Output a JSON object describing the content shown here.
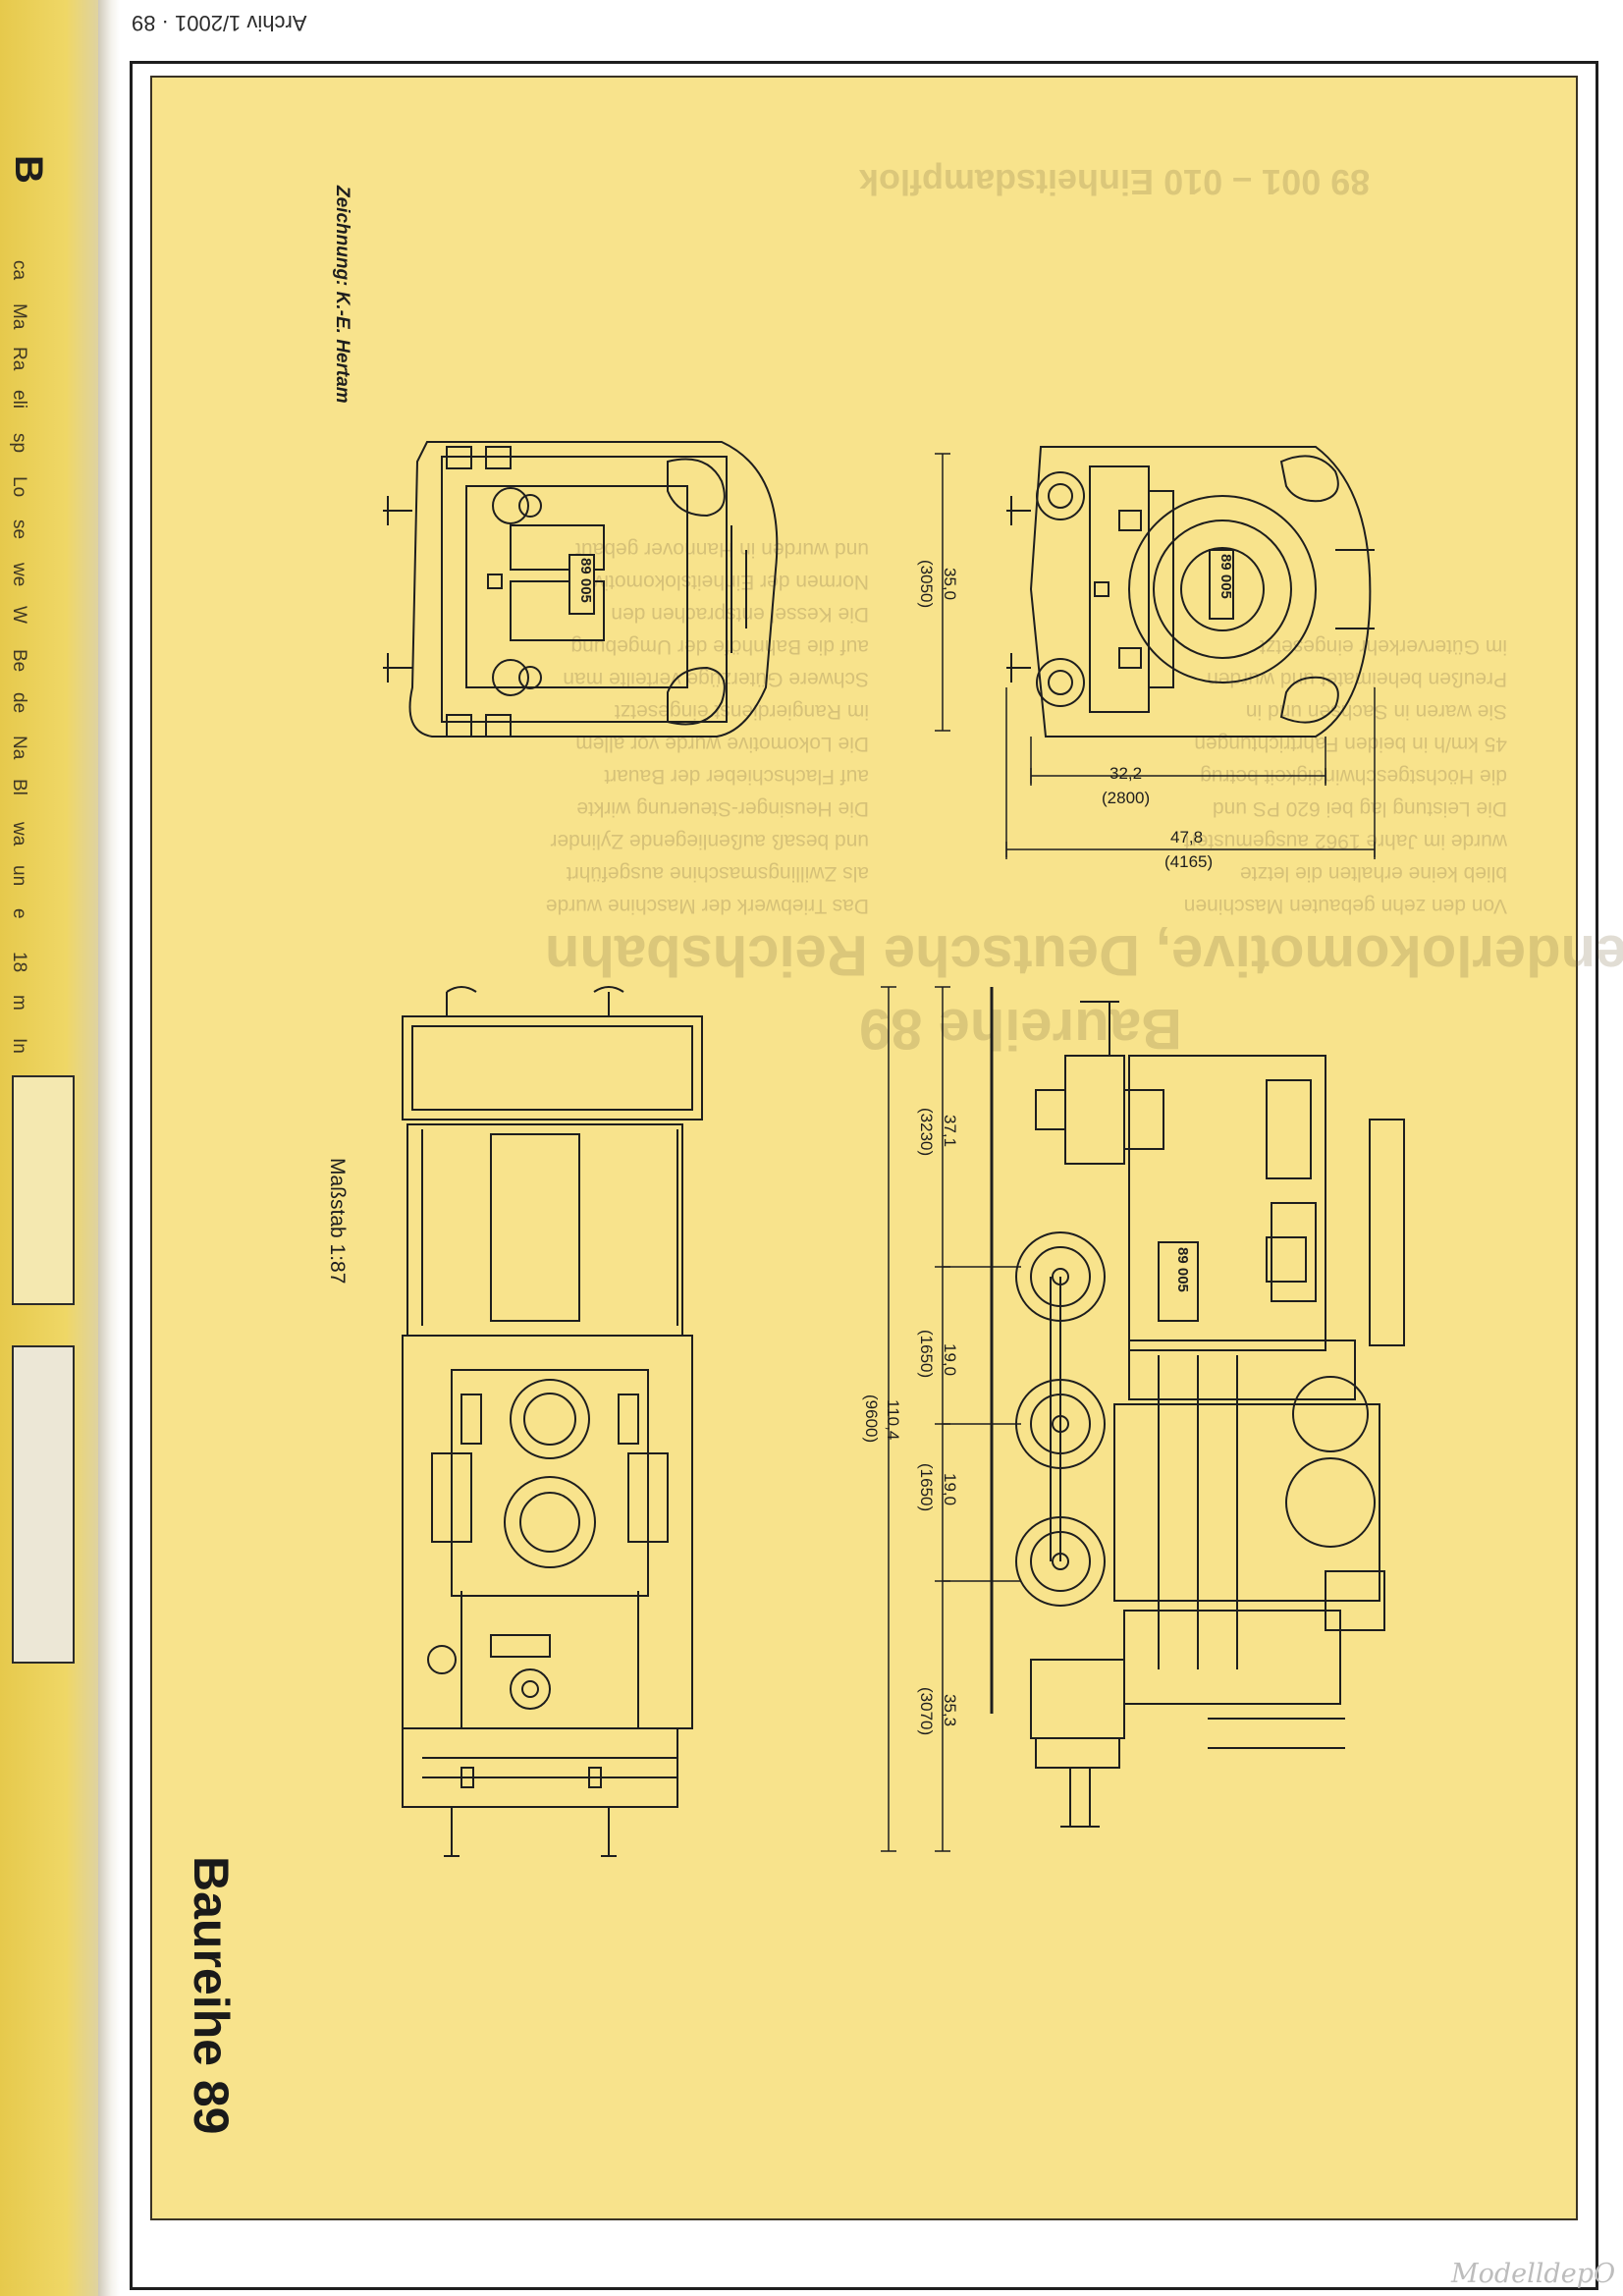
{
  "running_head": "Archiv 1/2001 · 89",
  "prev_page": {
    "letter": "B",
    "fragments": [
      "ca",
      "Ma",
      "Ra",
      "eli",
      "sp",
      "Lo",
      "se",
      "we",
      "W",
      "Be",
      "de",
      "Na",
      "Bl",
      "wa",
      "un",
      "e",
      "18",
      "m",
      "In"
    ]
  },
  "article": {
    "title": "Baureihe 89",
    "scale": "Maßstab 1:87",
    "credit": "Zeichnung: K.-E. Hertam",
    "bleed_heading_1": "89 001 – 010 Einheitsdampflok",
    "bleed_heading_2": "Güterzugtenderlokomotive, Deutsche Reichsbahn",
    "bleed_heading_3": "Baureihe 89",
    "loco_number": "89 005"
  },
  "dimensions": {
    "front_height": [
      "35,0",
      "(3050)"
    ],
    "front_width_inner": [
      "32,2",
      "(2800)"
    ],
    "front_width_outer": [
      "47,8",
      "(4165)"
    ],
    "side_total": [
      "110,4",
      "(9600)"
    ],
    "side_seg1": [
      "37,1",
      "(3230)"
    ],
    "side_seg2": [
      "19,0",
      "(1650)"
    ],
    "side_seg3": [
      "19,0",
      "(1650)"
    ],
    "side_seg4": [
      "35,3",
      "(3070)"
    ]
  },
  "watermark": "ModelldepO",
  "colors": {
    "panel": "#f8e38c",
    "ink": "#1e1e1e",
    "page": "#ffffff"
  }
}
